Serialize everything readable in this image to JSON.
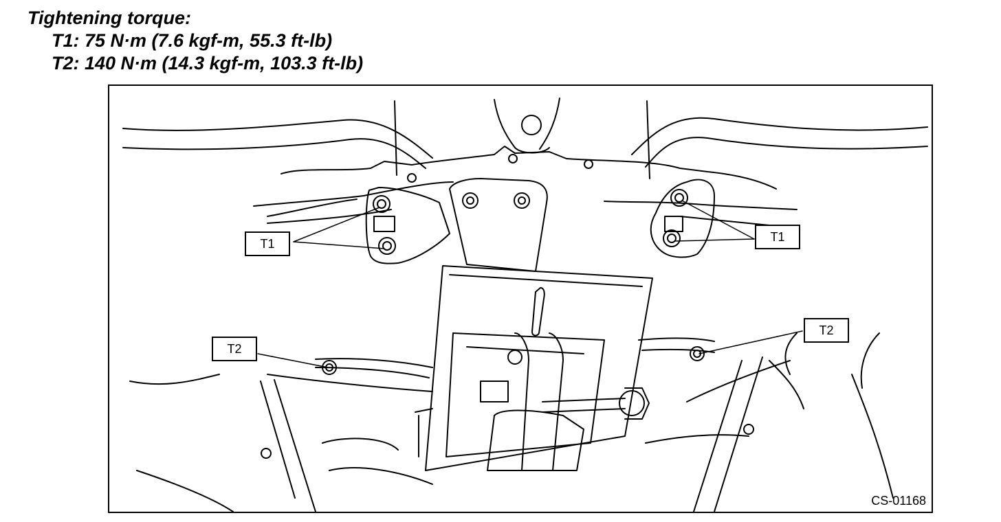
{
  "header": {
    "title": "Tightening torque:",
    "t1": "T1: 75 N·m (7.6 kgf-m, 55.3 ft-lb)",
    "t2": "T2: 140 N·m (14.3 kgf-m, 103.3 ft-lb)"
  },
  "callouts": {
    "t1_left": "T1",
    "t1_right": "T1",
    "t2_left": "T2",
    "t2_right": "T2"
  },
  "figure_code": "CS-01168"
}
